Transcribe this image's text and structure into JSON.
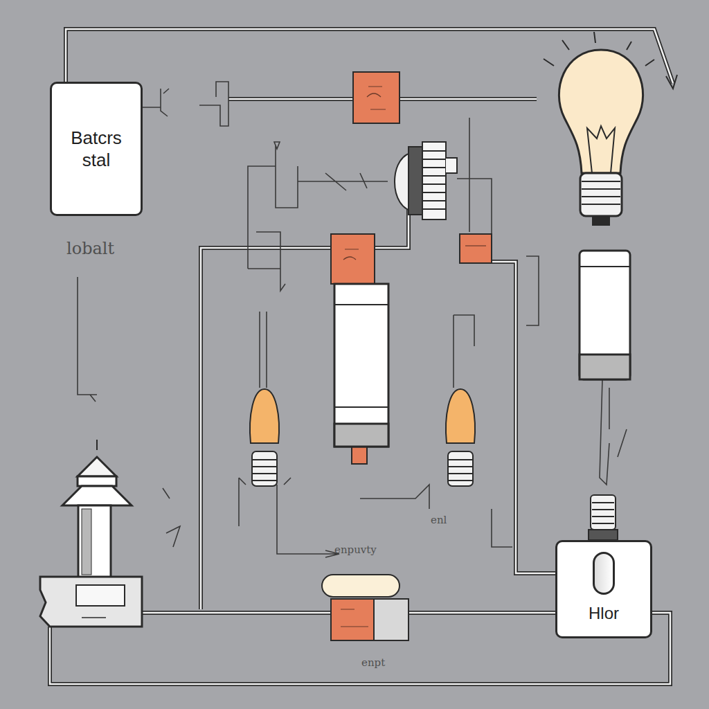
{
  "diagram": {
    "nodes": [
      {
        "text": [
          "Batcrs stal"
        ]
      },
      {
        "text": [
          "Hlor"
        ]
      }
    ],
    "labels": [
      "lobalt",
      "enpuvty",
      "enl",
      "enpt"
    ]
  }
}
